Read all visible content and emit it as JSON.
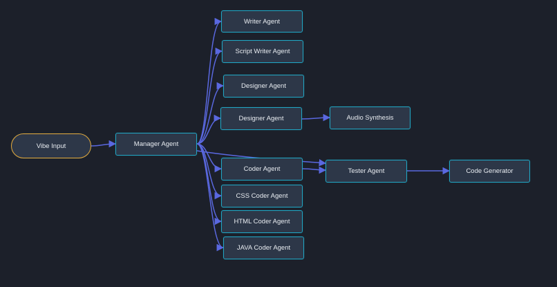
{
  "diagram": {
    "colors": {
      "background": "#1c202a",
      "node_fill": "#2d3748",
      "node_border": "#21a6c4",
      "start_border": "#e8a93a",
      "edge": "#5a68e0",
      "text": "#e8ecf1"
    },
    "nodes": {
      "vibe_input": "Vibe Input",
      "manager_agent": "Manager Agent",
      "writer_agent": "Writer Agent",
      "script_writer_agent": "Script Writer Agent",
      "designer_agent_1": "Designer Agent",
      "designer_agent_2": "Designer Agent",
      "audio_synthesis": "Audio Synthesis",
      "coder_agent": "Coder Agent",
      "css_coder_agent": "CSS Coder Agent",
      "html_coder_agent": "HTML Coder Agent",
      "java_coder_agent": "JAVA Coder Agent",
      "tester_agent": "Tester Agent",
      "code_generator": "Code Generator"
    }
  }
}
